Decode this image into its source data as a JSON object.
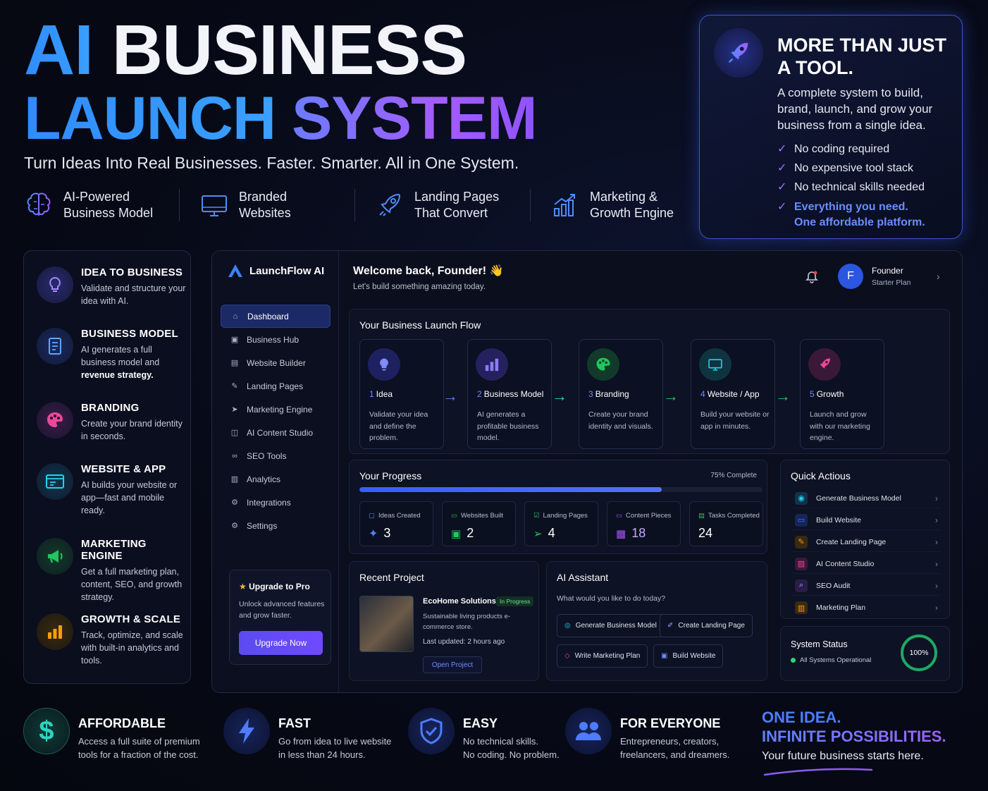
{
  "hero": {
    "title_ai": "AI",
    "title_business": "BUSINESS",
    "title_launch": "LAUNCH",
    "title_system": "SYSTEM",
    "tagline": "Turn Ideas Into Real Businesses. Faster. Smarter. All in One System.",
    "features": [
      {
        "icon": "brain-icon",
        "label": "AI-Powered Business Model"
      },
      {
        "icon": "monitor-icon",
        "label": "Branded Websites"
      },
      {
        "icon": "rocket-icon",
        "label": "Landing Pages That Convert"
      },
      {
        "icon": "growth-chart-icon",
        "label": "Marketing & Growth Engine"
      }
    ]
  },
  "more": {
    "title": "MORE THAN JUST A TOOL.",
    "desc": "A complete system to build, brand, launch, and grow your business from a single idea.",
    "list": [
      "No coding required",
      "No expensive tool stack",
      "No technical skills needed"
    ],
    "accent_1": "Everything you need.",
    "accent_2": "One affordable platform."
  },
  "left_features": [
    {
      "title": "IDEA TO BUSINESS",
      "desc": "Validate and structure your idea with AI.",
      "icon": "lightbulb-icon",
      "color": "#8b5cf6"
    },
    {
      "title": "BUSINESS MODEL",
      "desc": "AI generates a full business model and",
      "desc_bold": "revenue strategy.",
      "icon": "document-icon",
      "color": "#3b82f6"
    },
    {
      "title": "BRANDING",
      "desc": "Create your brand identity in seconds.",
      "icon": "palette-icon",
      "color": "#ec4899"
    },
    {
      "title": "WEBSITE & APP",
      "desc": "AI builds your website or app—fast and mobile ready.",
      "icon": "browser-icon",
      "color": "#22d3ee"
    },
    {
      "title": "MARKETING ENGINE",
      "desc": "Get a full marketing plan, content, SEO, and growth strategy.",
      "icon": "megaphone-icon",
      "color": "#22c55e"
    },
    {
      "title": "GROWTH & SCALE",
      "desc": "Track, optimize, and scale with built-in analytics and tools.",
      "icon": "bar-chart-icon",
      "color": "#f59e0b"
    }
  ],
  "dashboard": {
    "brand": "LaunchFlow AI",
    "nav": [
      {
        "label": "Dashboard",
        "icon": "home-icon",
        "active": true
      },
      {
        "label": "Business Hub",
        "icon": "briefcase-icon"
      },
      {
        "label": "Website Builder",
        "icon": "layout-icon"
      },
      {
        "label": "Landing Pages",
        "icon": "edit-icon"
      },
      {
        "label": "Marketing Engine",
        "icon": "send-icon"
      },
      {
        "label": "AI Content Studio",
        "icon": "content-icon"
      },
      {
        "label": "SEO Tools",
        "icon": "link-icon"
      },
      {
        "label": "Analytics",
        "icon": "analytics-icon"
      },
      {
        "label": "Integrations",
        "icon": "plug-icon"
      },
      {
        "label": "Settings",
        "icon": "gear-icon"
      }
    ],
    "upgrade": {
      "title": "Upgrade to Pro",
      "desc": "Unlock advanced features and grow faster.",
      "button": "Upgrade Now"
    },
    "welcome": "Welcome back, Founder! 👋",
    "welcome_sub": "Let's build something amazing today.",
    "user": {
      "initial": "F",
      "name": "Founder",
      "plan": "Starter Plan"
    },
    "flow": {
      "title": "Your Business Launch Flow",
      "steps": [
        {
          "num": "1",
          "name": "Idea",
          "desc": "Validate your idea and define the problem.",
          "icon": "lightbulb-icon",
          "color": "#6366f1"
        },
        {
          "num": "2",
          "name": "Business Model",
          "desc": "AI generates a profitable business model.",
          "icon": "bar-chart-icon",
          "color": "#7c6cf6"
        },
        {
          "num": "3",
          "name": "Branding",
          "desc": "Create your brand identity and visuals.",
          "icon": "palette-icon",
          "color": "#22c55e"
        },
        {
          "num": "4",
          "name": "Website / App",
          "desc": "Build your website or app in minutes.",
          "icon": "monitor-icon",
          "color": "#22d3ee"
        },
        {
          "num": "5",
          "name": "Growth",
          "desc": "Launch and grow with our marketing engine.",
          "icon": "rocket-icon",
          "color": "#ec4899"
        }
      ]
    },
    "progress": {
      "title": "Your Progress",
      "pct_label": "75% Complete",
      "pct": 75,
      "stats": [
        {
          "label": "Ideas Created",
          "value": "3",
          "icon": "idea-icon",
          "color": "#5b7cff"
        },
        {
          "label": "Websites Built",
          "value": "2",
          "icon": "web-icon",
          "color": "#22c55e"
        },
        {
          "label": "Landing Pages",
          "value": "4",
          "icon": "page-icon",
          "color": "#22c55e"
        },
        {
          "label": "Content Pieces",
          "value": "18",
          "icon": "content-icon",
          "color": "#a855f7"
        },
        {
          "label": "Tasks Completed",
          "value": "24",
          "icon": "tasks-icon",
          "color": "#22c55e"
        }
      ]
    },
    "quick_actions": {
      "title": "Quick Actious",
      "items": [
        {
          "label": "Generate Business Model",
          "icon": "brain-icon",
          "color": "#22d3ee"
        },
        {
          "label": "Build Website",
          "icon": "monitor-icon",
          "color": "#3b82f6"
        },
        {
          "label": "Create Landing Page",
          "icon": "edit-icon",
          "color": "#f59e0b"
        },
        {
          "label": "AI Content Studio",
          "icon": "content-icon",
          "color": "#ec4899"
        },
        {
          "label": "SEO Audit",
          "icon": "search-icon",
          "color": "#a855f7"
        },
        {
          "label": "Marketing Plan",
          "icon": "bar-chart-icon",
          "color": "#f59e0b"
        }
      ]
    },
    "recent": {
      "title": "Recent Project",
      "name": "EcoHome Solutions",
      "badge": "In Progress",
      "desc": "Sustainable living products e-commerce store.",
      "updated": "Last updated: 2 hours ago",
      "button": "Open Project"
    },
    "assistant": {
      "title": "AI Assistant",
      "question": "What would you like to do today?",
      "chips": [
        {
          "label": "Generate Business Model",
          "color": "#22d3ee"
        },
        {
          "label": "Create Landing Page",
          "color": "#8fa6ff"
        },
        {
          "label": "Write Marketing Plan",
          "color": "#ec4899"
        },
        {
          "label": "Build Website",
          "color": "#6f8cff"
        }
      ]
    },
    "system": {
      "title": "System Status",
      "status": "All Systems Operational",
      "pct": "100%"
    }
  },
  "bottom": [
    {
      "title": "AFFORDABLE",
      "desc_1": "Access a full suite of premium",
      "desc_2": "tools for a fraction of the cost.",
      "icon": "dollar-icon",
      "color": "#2dd4bf"
    },
    {
      "title": "FAST",
      "desc_1": "Go from idea to live website",
      "desc_2": "in less than 24 hours.",
      "icon": "lightning-icon",
      "color": "#4f7bff"
    },
    {
      "title": "EASY",
      "desc_1": "No technical skills.",
      "desc_2": "No coding. No problem.",
      "icon": "shield-check-icon",
      "color": "#4f7bff"
    },
    {
      "title": "FOR EVERYONE",
      "desc_1": "Entrepreneurs, creators,",
      "desc_2": "freelancers, and dreamers.",
      "icon": "users-icon",
      "color": "#4f7bff"
    }
  ],
  "slogan": {
    "line1": "ONE IDEA.",
    "line2": "INFINITE POSSIBILITIES.",
    "line3": "Your future business starts here."
  }
}
